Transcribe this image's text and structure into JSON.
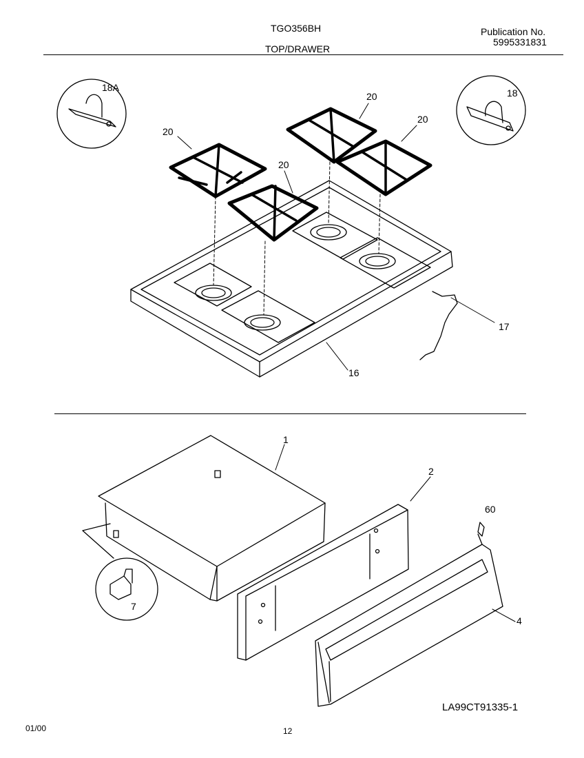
{
  "header": {
    "model": "TGO356BH",
    "section": "TOP/DRAWER",
    "publication_label": "Publication No.",
    "publication_number": "5995331831"
  },
  "callouts": {
    "c18a": "18A",
    "c18": "18",
    "c20a": "20",
    "c20b": "20",
    "c20c": "20",
    "c20d": "20",
    "c17": "17",
    "c16": "16",
    "c1": "1",
    "c2": "2",
    "c60": "60",
    "c4": "4",
    "c7": "7"
  },
  "footer": {
    "date": "01/00",
    "page": "12",
    "drawing_code": "LA99CT91335-1"
  }
}
